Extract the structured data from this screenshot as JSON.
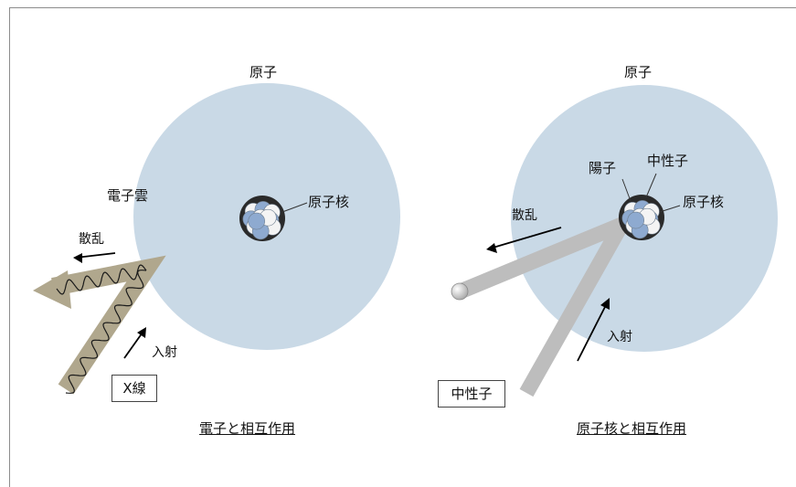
{
  "colors": {
    "atom_fill": "#c9d9e6",
    "xray_beam": "#b0a78d",
    "neutron_beam": "#bdbdbd",
    "proton": "#8eaad0",
    "neutron": "#f4f4f4",
    "nucleus_bg": "#2a2a2a",
    "arrow": "#000000"
  },
  "left": {
    "atom_label": "原子",
    "electron_cloud_label": "電子雲",
    "nucleus_label": "原子核",
    "scatter_label": "散乱",
    "incident_label": "入射",
    "source_label": "X線",
    "caption": "電子と相互作用"
  },
  "right": {
    "atom_label": "原子",
    "proton_label": "陽子",
    "neutron_label": "中性子",
    "nucleus_label": "原子核",
    "scatter_label": "散乱",
    "incident_label": "入射",
    "source_label": "中性子",
    "caption": "原子核と相互作用"
  }
}
